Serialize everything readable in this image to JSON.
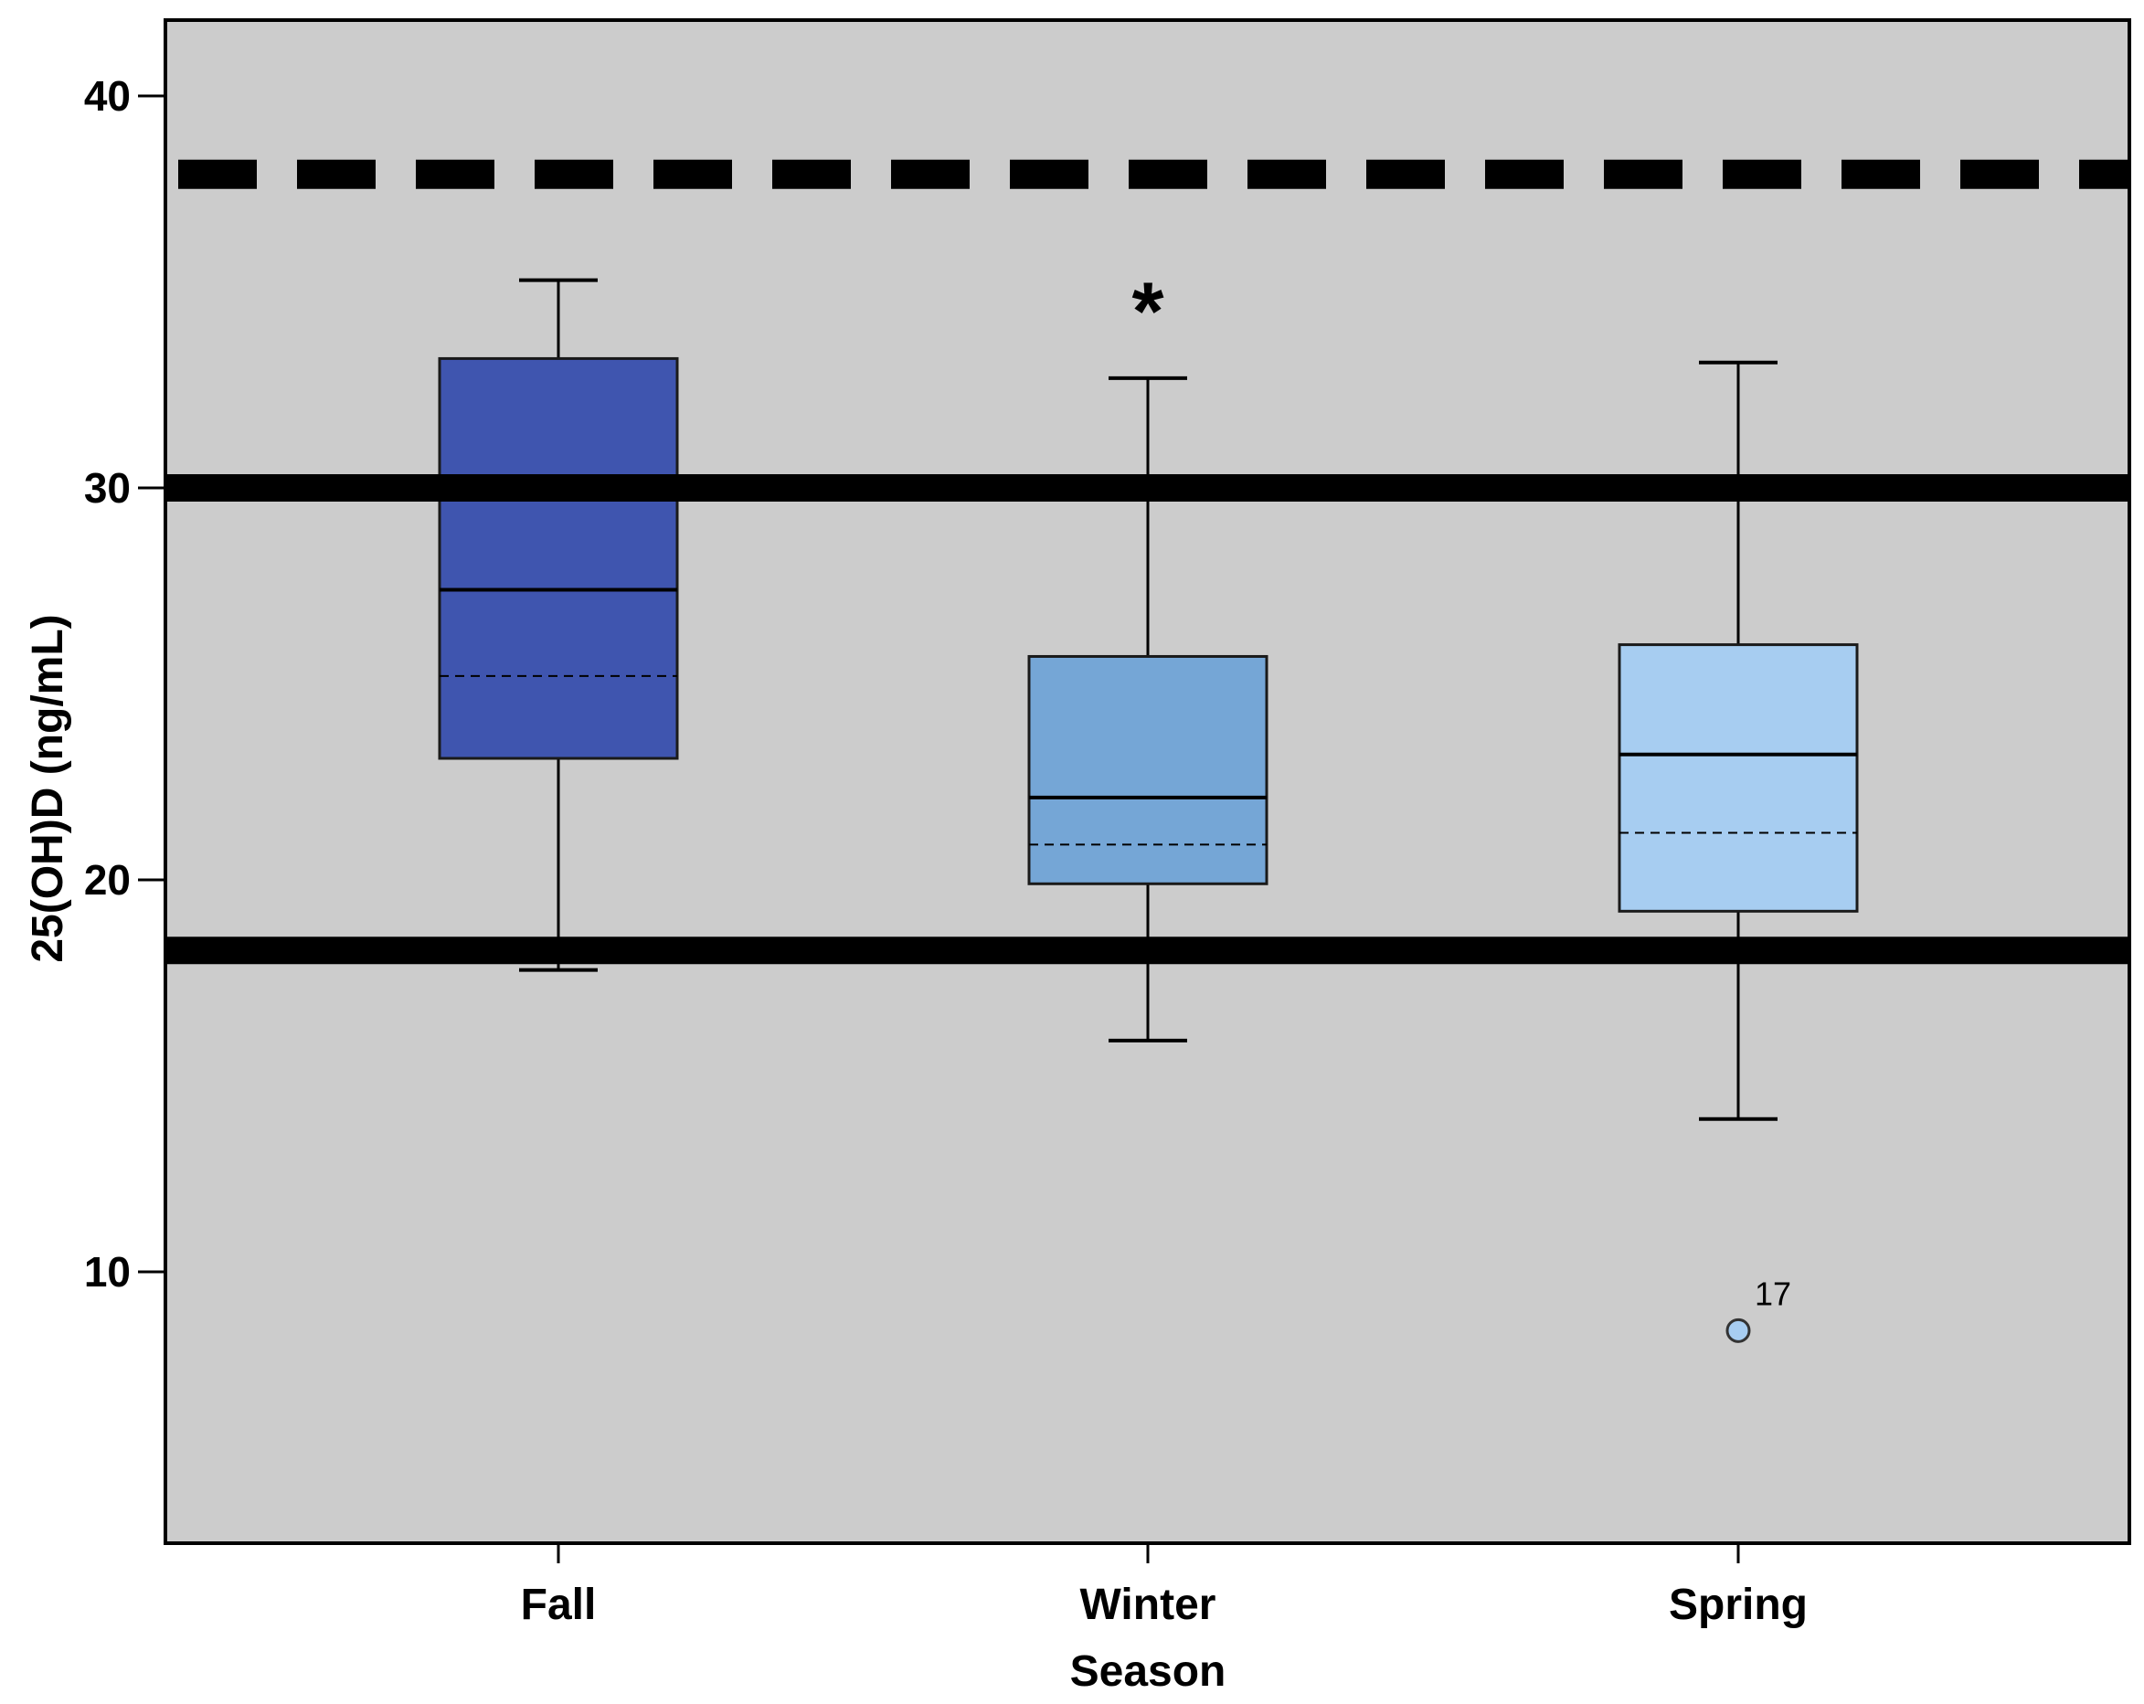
{
  "chart_data": {
    "type": "boxplot",
    "xlabel": "Season",
    "ylabel": "25(OH)D (ng/mL)",
    "ylim": [
      3,
      42
    ],
    "yticks": [
      10,
      20,
      30,
      40
    ],
    "grid": false,
    "background": "#cccccc",
    "categories": [
      "Fall",
      "Winter",
      "Spring"
    ],
    "boxes": [
      {
        "category": "Fall",
        "color": "#3f55af",
        "whisker_low": 17.7,
        "q1": 23.1,
        "median": 27.4,
        "mean": 25.2,
        "q3": 33.3,
        "whisker_high": 35.3,
        "outliers": [],
        "extremes": []
      },
      {
        "category": "Winter",
        "color": "#75a6d6",
        "whisker_low": 15.9,
        "q1": 19.9,
        "median": 22.1,
        "mean": 20.9,
        "q3": 25.7,
        "whisker_high": 32.8,
        "outliers": [],
        "extremes": [
          {
            "value": 35.0,
            "symbol": "*"
          }
        ]
      },
      {
        "category": "Spring",
        "color": "#a7cdf1",
        "whisker_low": 13.9,
        "q1": 19.2,
        "median": 23.2,
        "mean": 21.2,
        "q3": 26.0,
        "whisker_high": 33.2,
        "outliers": [
          {
            "value": 8.5,
            "label": "17"
          }
        ],
        "extremes": []
      }
    ],
    "reference_lines": [
      {
        "value": 38,
        "style": "dashed"
      },
      {
        "value": 30,
        "style": "solid"
      },
      {
        "value": 18.2,
        "style": "solid"
      }
    ]
  }
}
